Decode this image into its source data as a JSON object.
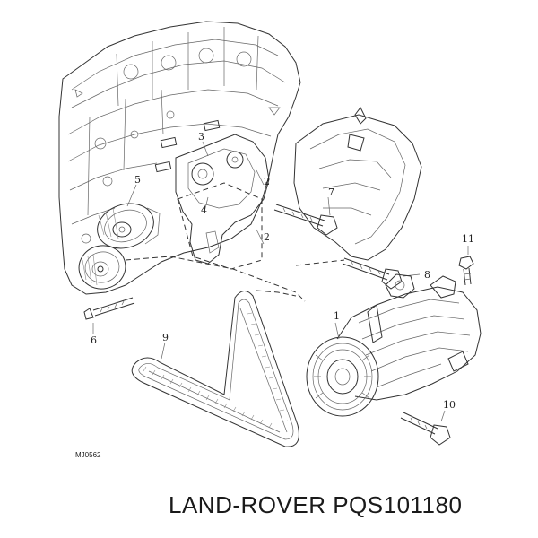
{
  "callouts": [
    "1",
    "2",
    "3",
    "4",
    "5",
    "6",
    "7",
    "8",
    "9",
    "10",
    "11"
  ],
  "drawing_code": "MJ0562",
  "part_title": "LAND-ROVER PQS101180"
}
